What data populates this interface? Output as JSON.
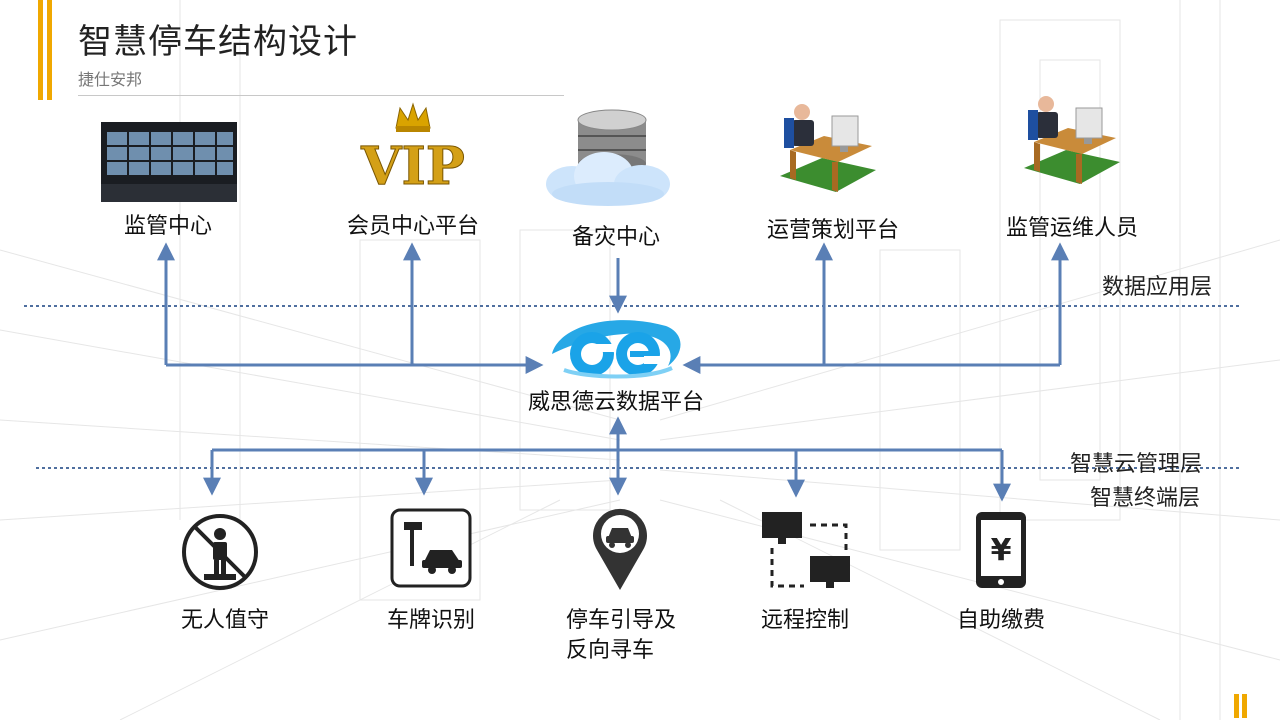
{
  "slide": {
    "title": "智慧停车结构设计",
    "subtitle": "捷仕安邦"
  },
  "top_nodes": [
    {
      "label": "监管中心",
      "icon": "monitor-wall-icon"
    },
    {
      "label": "会员中心平台",
      "icon": "vip-crown-icon"
    },
    {
      "label": "备灾中心",
      "icon": "database-cloud-icon"
    },
    {
      "label": "运营策划平台",
      "icon": "office-desk-icon"
    },
    {
      "label": "监管运维人员",
      "icon": "office-desk-icon"
    }
  ],
  "hub": {
    "label": "威思德云数据平台",
    "icon": "ce-logo-icon"
  },
  "layers": {
    "data_application": "数据应用层",
    "cloud_management": "智慧云管理层",
    "terminal": "智慧终端层"
  },
  "bottom_nodes": [
    {
      "label": "无人值守",
      "icon": "no-person-icon"
    },
    {
      "label": "车牌识别",
      "icon": "plate-camera-icon"
    },
    {
      "label_line1": "停车引导及",
      "label_line2": "反向寻车",
      "icon": "parking-pin-icon"
    },
    {
      "label": "远程控制",
      "icon": "remote-monitors-icon"
    },
    {
      "label": "自助缴费",
      "icon": "phone-yen-icon"
    }
  ],
  "colors": {
    "accent": "#f0a800",
    "arrow": "#5a7fb5",
    "dotted": "#4f6f9f",
    "icon_dark": "#222222"
  }
}
